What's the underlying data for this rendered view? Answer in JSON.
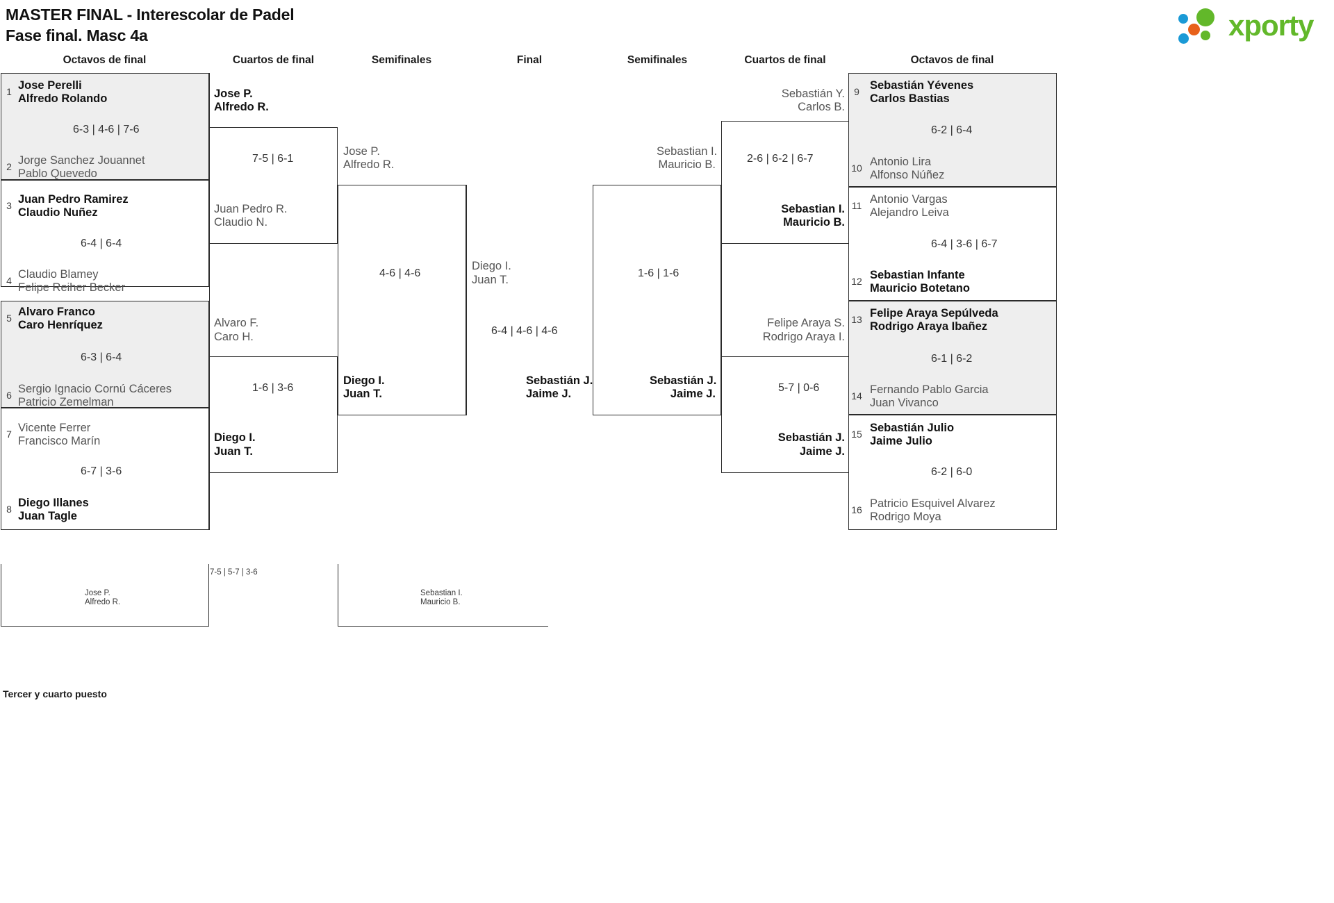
{
  "header": {
    "title_line1": "MASTER FINAL - Interescolar de Padel",
    "title_line2": "Fase final. Masc 4a",
    "logo_text": "xporty",
    "logo_colors": {
      "green": "#62b82a",
      "blue": "#1b9ad6",
      "orange": "#e8611a"
    }
  },
  "round_labels": {
    "left_r16": "Octavos de final",
    "left_qf": "Cuartos de final",
    "left_sf": "Semifinales",
    "final": "Final",
    "right_sf": "Semifinales",
    "right_qf": "Cuartos de final",
    "right_r16": "Octavos de final"
  },
  "left_r16": [
    {
      "seed": "1",
      "p1": "Jose Perelli",
      "p2": "Alfredo Rolando",
      "winner": true,
      "shaded": true
    },
    {
      "seed": "2",
      "p1": "Jorge Sanchez Jouannet",
      "p2": "Pablo Quevedo",
      "winner": false,
      "shaded": true,
      "score": "6-3 | 4-6 | 7-6"
    },
    {
      "seed": "3",
      "p1": "Juan Pedro Ramirez",
      "p2": "Claudio Nuñez",
      "winner": true,
      "shaded": false
    },
    {
      "seed": "4",
      "p1": "Claudio Blamey",
      "p2": "Felipe Reiher Becker",
      "winner": false,
      "shaded": false,
      "score": "6-4 | 6-4"
    },
    {
      "seed": "5",
      "p1": "Alvaro Franco",
      "p2": "Caro Henríquez",
      "winner": true,
      "shaded": true
    },
    {
      "seed": "6",
      "p1": "Sergio Ignacio Cornú Cáceres",
      "p2": "Patricio Zemelman",
      "winner": false,
      "shaded": true,
      "score": "6-3 | 6-4"
    },
    {
      "seed": "7",
      "p1": "Vicente Ferrer",
      "p2": "Francisco Marín",
      "winner": false,
      "shaded": false
    },
    {
      "seed": "8",
      "p1": "Diego Illanes",
      "p2": "Juan Tagle",
      "winner": true,
      "shaded": false,
      "score": "6-7 | 3-6"
    }
  ],
  "right_r16": [
    {
      "seed": "9",
      "p1": "Sebastián Yévenes",
      "p2": "Carlos Bastias",
      "winner": true,
      "shaded": true
    },
    {
      "seed": "10",
      "p1": "Antonio Lira",
      "p2": "Alfonso Núñez",
      "winner": false,
      "shaded": true,
      "score": "6-2 | 6-4"
    },
    {
      "seed": "11",
      "p1": "Antonio Vargas",
      "p2": "Alejandro Leiva",
      "winner": false,
      "shaded": false
    },
    {
      "seed": "12",
      "p1": "Sebastian Infante",
      "p2": "Mauricio Botetano",
      "winner": true,
      "shaded": false,
      "score": "6-4 | 3-6 | 6-7"
    },
    {
      "seed": "13",
      "p1": "Felipe Araya Sepúlveda",
      "p2": "Rodrigo Araya Ibañez",
      "winner": true,
      "shaded": true
    },
    {
      "seed": "14",
      "p1": "Fernando Pablo Garcia",
      "p2": "Juan Vivanco",
      "winner": false,
      "shaded": true,
      "score": "6-1 | 6-2"
    },
    {
      "seed": "15",
      "p1": "Sebastián Julio",
      "p2": "Jaime Julio",
      "winner": true,
      "shaded": false
    },
    {
      "seed": "16",
      "p1": "Patricio Esquivel Alvarez",
      "p2": "Rodrigo Moya",
      "winner": false,
      "shaded": false,
      "score": "6-2 | 6-0"
    }
  ],
  "left_qf": [
    {
      "p1": "Jose P.",
      "p2": "Alfredo R.",
      "winner": true
    },
    {
      "p1": "Juan Pedro R.",
      "p2": "Claudio N.",
      "winner": false,
      "score": "7-5 | 6-1"
    },
    {
      "p1": "Alvaro F.",
      "p2": "Caro H.",
      "winner": false
    },
    {
      "p1": "Diego I.",
      "p2": "Juan T.",
      "winner": true,
      "score": "1-6 | 3-6"
    }
  ],
  "right_qf": [
    {
      "p1": "Sebastián Y.",
      "p2": "Carlos B.",
      "winner": false
    },
    {
      "p1": "Sebastian I.",
      "p2": "Mauricio B.",
      "winner": true,
      "score": "2-6 | 6-2 | 6-7"
    },
    {
      "p1": "Felipe Araya S.",
      "p2": "Rodrigo Araya I.",
      "winner": false
    },
    {
      "p1": "Sebastián J.",
      "p2": "Jaime J.",
      "winner": true,
      "score": "5-7 | 0-6"
    }
  ],
  "left_sf": [
    {
      "p1": "Jose P.",
      "p2": "Alfredo R.",
      "winner": false
    },
    {
      "p1": "Diego I.",
      "p2": "Juan T.",
      "winner": true,
      "score": "4-6 | 4-6"
    }
  ],
  "right_sf": [
    {
      "p1": "Sebastian I.",
      "p2": "Mauricio B.",
      "winner": false
    },
    {
      "p1": "Sebastián J.",
      "p2": "Jaime J.",
      "winner": true,
      "score": "1-6 | 1-6"
    }
  ],
  "final": [
    {
      "p1": "Diego I.",
      "p2": "Juan T.",
      "winner": false
    },
    {
      "p1": "Sebastián J.",
      "p2": "Jaime J.",
      "winner": true,
      "score": "6-4 | 4-6 | 4-6"
    }
  ],
  "third_place": {
    "title": "Tercer y cuarto puesto",
    "score": "7-5 | 5-7 | 3-6",
    "left": {
      "p1": "Jose P.",
      "p2": "Alfredo R."
    },
    "right": {
      "p1": "Sebastian I.",
      "p2": "Mauricio B."
    }
  }
}
